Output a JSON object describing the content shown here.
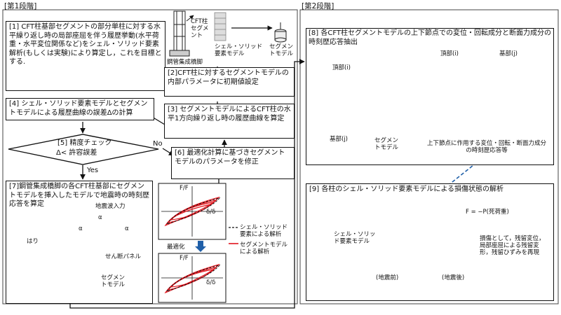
{
  "stage1": {
    "title": "[第1段階]",
    "box1": "[1] CFT柱基部セグメントの部分単柱に対する水平繰り返し時の局部座屈を伴う履歴挙動(水平荷重・水平変位関係など)をシェル・ソリッド要素解析(もしくは実験)により算定し，これを目標とする.",
    "box2": "[2]CFT柱に対するセグメントモデルの内部パラメータに初期値設定",
    "box3": "[3] セグメントモデルによるCFT柱の水平1方向繰り返し時の履歴曲線を算定",
    "box4": "[4] シェル・ソリッド要素モデルとセグメントモデルによる履歴曲線の誤差Δの計算",
    "decision_title": "[5] 精度チェック",
    "decision_cond": "Δ< 許容誤差",
    "yes": "Yes",
    "no": "No",
    "box6": "[6] 最適化計算に基づきセグメントモデルのパラメータを修正",
    "box7": "[7]鋼管集成橋脚の各CFT柱基部にセグメントモデルを挿入したモデルで地震時の時刻歴応答を算定",
    "pier_label": "鋼管集成橋脚",
    "cft_segment": "CFT柱セグメント",
    "shell_model": "シェル・ソリッド要素モデル",
    "segment_model": "セグメントモデル",
    "ground_motion": "地震波入力",
    "beam": "はり",
    "shear_panel": "せん断パネル",
    "segment_model2": "セグメントモデル",
    "alpha_x": "α",
    "alpha_y": "α",
    "alpha_z": "α",
    "optimize": "最適化",
    "plot_ylabel": "F/F",
    "plot_xlabel": "δ/δ",
    "legend_shell": "シェル・ソリッド要素による解析",
    "legend_segment": "セグメントモデルによる解析"
  },
  "stage2": {
    "title": "[第2段階]",
    "box8": "[8] 各CFT柱セグメントモデルの上下節点での変位・回転成分と断面力成分の時刻歴応答抽出",
    "top_node": "頂部(i)",
    "base_node": "基部(j)",
    "segment_model": "セグメントモデル",
    "signals_top": "頂部(i)",
    "signals_base": "基部(j)",
    "signal_caption": "上下節点に作用する変位・回転・断面力成分の時刻歴応答等",
    "box9": "[9] 各柱のシェル・ソリッド要素モデルによる損傷状態の解析",
    "shell_model": "シェル・ソリッド要素モデル",
    "before_eq": "(地震前)",
    "after_eq": "(地震後)",
    "dead_load": "F = −P(死荷重)",
    "damage_note": "損傷として，残留変位，局部座屈による残留変形，残留ひずみを再現"
  },
  "colors": {
    "red": "#e0141c",
    "blue": "#1f5fa8",
    "gray": "#777777"
  }
}
